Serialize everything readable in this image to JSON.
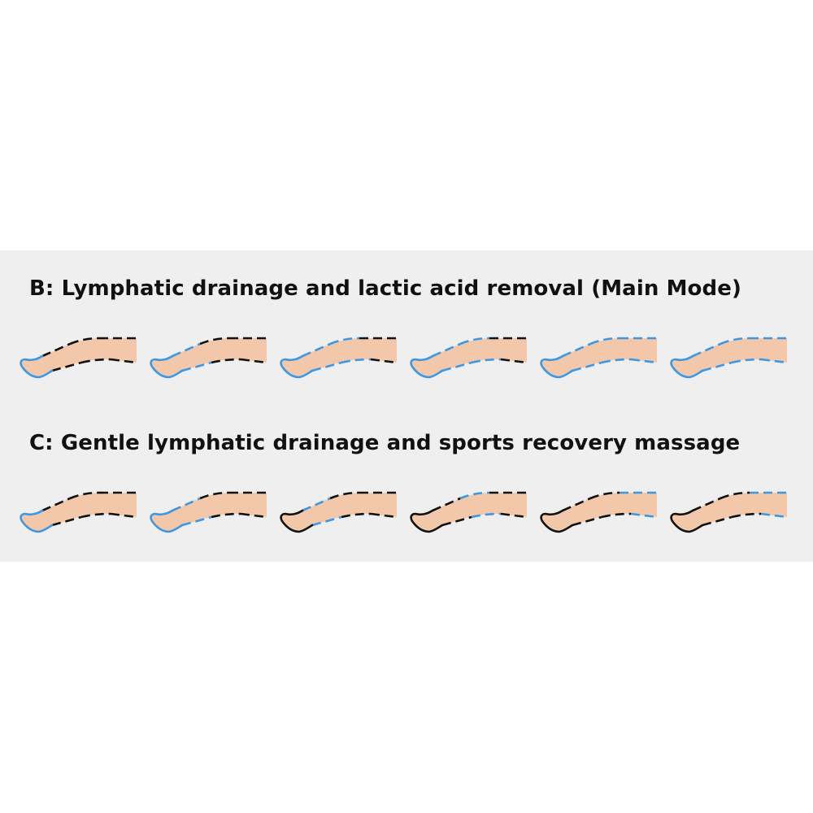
{
  "colors": {
    "background": "#ffffff",
    "panel": "#efefef",
    "skin": "#f2c7aa",
    "active": "#3d97e3",
    "inactive": "#111111",
    "title_text": "#111111"
  },
  "modes": [
    {
      "title": "B: Lymphatic drainage and lactic acid removal (Main Mode)",
      "steps": [
        {
          "foot": "active",
          "lower_leg": "inactive",
          "knee": "inactive",
          "thigh": "inactive"
        },
        {
          "foot": "active",
          "lower_leg": "active",
          "knee": "inactive",
          "thigh": "inactive"
        },
        {
          "foot": "active",
          "lower_leg": "active",
          "knee": "active",
          "thigh": "inactive"
        },
        {
          "foot": "active",
          "lower_leg": "active",
          "knee": "active",
          "thigh": "inactive"
        },
        {
          "foot": "active",
          "lower_leg": "active",
          "knee": "active",
          "thigh": "active"
        },
        {
          "foot": "active",
          "lower_leg": "active",
          "knee": "active",
          "thigh": "active"
        }
      ]
    },
    {
      "title": "C: Gentle lymphatic drainage and sports recovery massage",
      "steps": [
        {
          "foot": "active",
          "lower_leg": "inactive",
          "knee": "inactive",
          "thigh": "inactive"
        },
        {
          "foot": "active",
          "lower_leg": "active",
          "knee": "inactive",
          "thigh": "inactive"
        },
        {
          "foot": "inactive",
          "lower_leg": "active",
          "knee": "inactive",
          "thigh": "inactive"
        },
        {
          "foot": "inactive",
          "lower_leg": "inactive",
          "knee": "active",
          "thigh": "inactive"
        },
        {
          "foot": "inactive",
          "lower_leg": "inactive",
          "knee": "inactive",
          "thigh": "active"
        },
        {
          "foot": "inactive",
          "lower_leg": "inactive",
          "knee": "inactive",
          "thigh": "active"
        }
      ]
    }
  ]
}
